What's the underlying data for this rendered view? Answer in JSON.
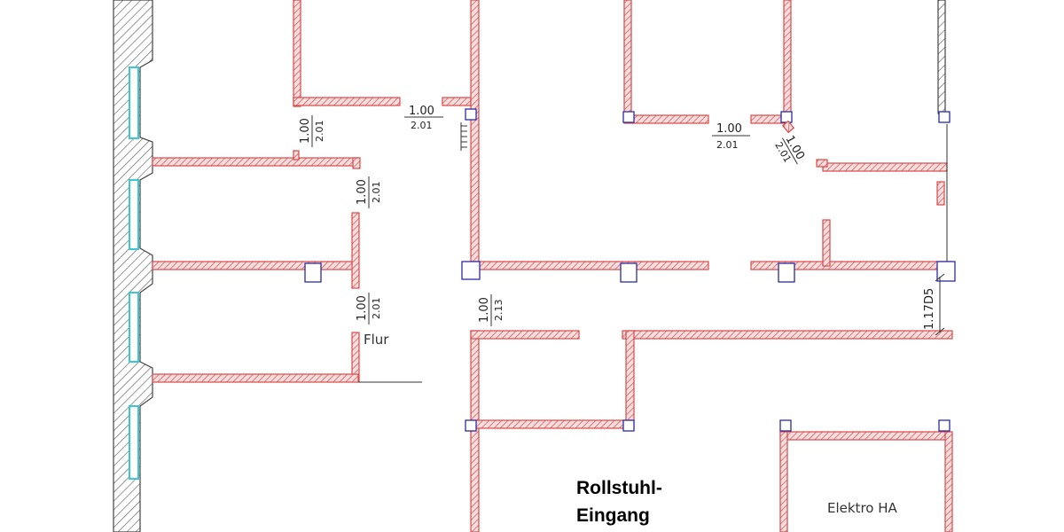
{
  "openings": [
    {
      "width": "1.00",
      "height": "2.01"
    },
    {
      "width": "1.00",
      "height": "2.01"
    },
    {
      "width": "1.00",
      "height": "2.01"
    },
    {
      "width": "1.00",
      "height": "2.01"
    },
    {
      "width": "1.00",
      "height": "2.01"
    },
    {
      "width": "1.00",
      "height": "2.01"
    },
    {
      "width": "1.00",
      "height": "2.13"
    }
  ],
  "corridor_dimension": "1.17D5",
  "room_labels": {
    "corridor": "Flur",
    "electrical": "Elektro HA"
  },
  "entrance_label": {
    "line1": "Rollstuhl-",
    "line2": "Eingang"
  },
  "colors": {
    "wall": "#d94a4a",
    "window": "#3bc7d4",
    "column": "#2b2ba8",
    "facade": "#444444"
  }
}
